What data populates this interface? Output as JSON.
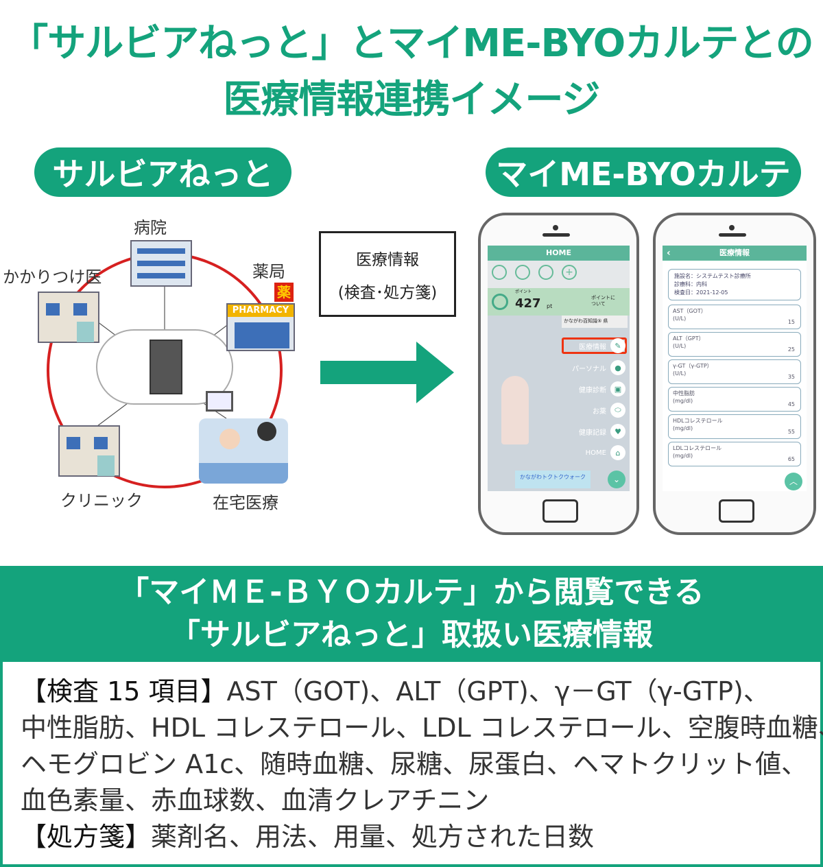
{
  "title": {
    "line1": "「サルビアねっと」とマイME-BYOカルテとの",
    "line2": "医療情報連携イメージ"
  },
  "left_pill": "サルビアねっと",
  "right_pill": "マイME-BYOカルテ",
  "network": {
    "hospital": "病院",
    "family_doctor": "かかりつけ医",
    "pharmacy": "薬局",
    "pharmacy_sign": "PHARMACY",
    "pharmacy_mark": "薬",
    "clinic": "クリニック",
    "home_care": "在宅医療"
  },
  "info_box": {
    "line1": "医療情報",
    "line2": "(検査･処方箋)"
  },
  "phone1": {
    "header": "HOME",
    "points_label": "ポイント",
    "points_value": "427",
    "points_unit": "pt",
    "points_about": "ポイントについて",
    "notice": "かながわ百知識⑤ 県",
    "menu": [
      "医療情報",
      "パーソナル",
      "健康診断",
      "お薬",
      "健康記録",
      "HOME"
    ],
    "ad": "かながわトクトクウォーク"
  },
  "phone2": {
    "header": "医療情報",
    "facility": "施設名：システムテスト診療所",
    "dept": "診療科：内科",
    "date": "検査日：2021-12-05",
    "items": [
      {
        "name": "AST（GOT）",
        "unit": "(U/L)",
        "value": "15"
      },
      {
        "name": "ALT（GPT）",
        "unit": "(U/L)",
        "value": "25"
      },
      {
        "name": "γ-GT（γ-GTP）",
        "unit": "(U/L)",
        "value": "35"
      },
      {
        "name": "中性脂肪",
        "unit": "(mg/dl)",
        "value": "45"
      },
      {
        "name": "HDLコレステロール",
        "unit": "(mg/dl)",
        "value": "55"
      },
      {
        "name": "LDLコレステロール",
        "unit": "(mg/dl)",
        "value": "65"
      }
    ]
  },
  "banner": {
    "line1": "「マイＭＥ-ＢＹＯカルテ」から閲覧できる",
    "line2": "「サルビアねっと」取扱い医療情報"
  },
  "list": {
    "exam_label": "【検査 15 項目】",
    "exam_line1": "AST（GOT)、ALT（GPT)、γ－GT（γ-GTP)、",
    "exam_line2": "中性脂肪、HDL コレステロール、LDL コレステロール、空腹時血糖、",
    "exam_line3": "ヘモグロビン A1c、随時血糖、尿糖、尿蛋白、ヘマトクリット値、",
    "exam_line4": "血色素量、赤血球数、血清クレアチニン",
    "rx_label": "【処方箋】",
    "rx_text": "薬剤名、用法、用量、処方された日数"
  }
}
